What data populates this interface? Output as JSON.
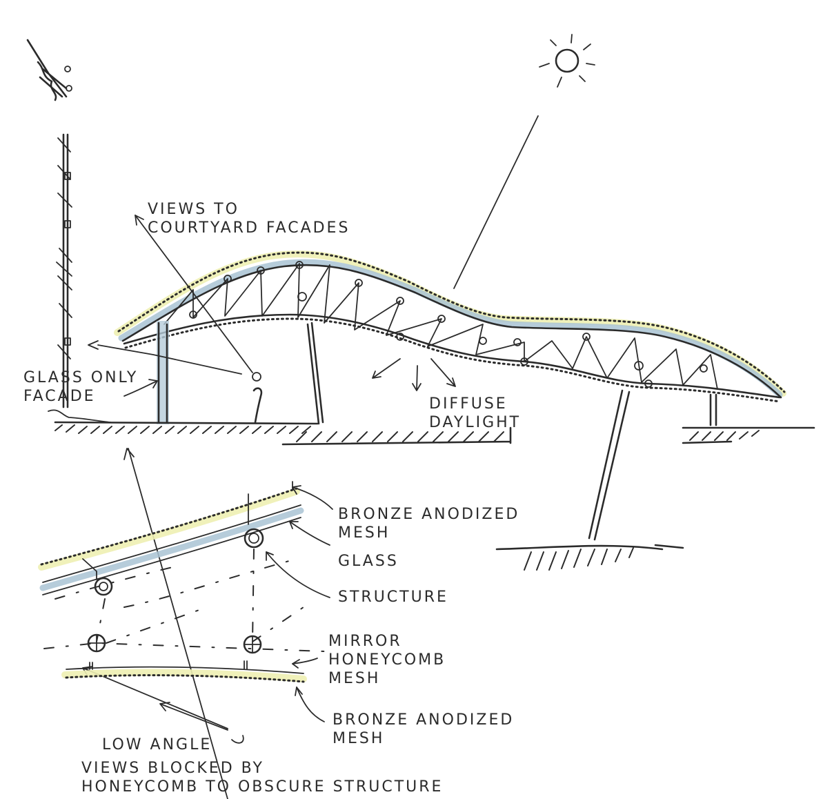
{
  "labels": {
    "views_to_courtyard": "VIEWS TO\nCOURTYARD FACADES",
    "glass_only_facade": "GLASS ONLY\nFACADE",
    "diffuse_daylight": "DIFFUSE\nDAYLIGHT",
    "bronze_mesh_top": "BRONZE ANODIZED\nMESH",
    "glass": "GLASS",
    "structure": "STRUCTURE",
    "mirror_honeycomb_mesh": "MIRROR\nHONEYCOMB\nMESH",
    "bronze_mesh_bottom": "BRONZE ANODIZED\nMESH",
    "low_angle": "LOW ANGLE",
    "views_blocked": "VIEWS BLOCKED BY\nHONEYCOMB TO OBSCURE STRUCTURE"
  },
  "colors": {
    "ink": "#2b2b2b",
    "glass_tint": "#a9c3d3",
    "mesh_tint": "#eef0b3"
  }
}
